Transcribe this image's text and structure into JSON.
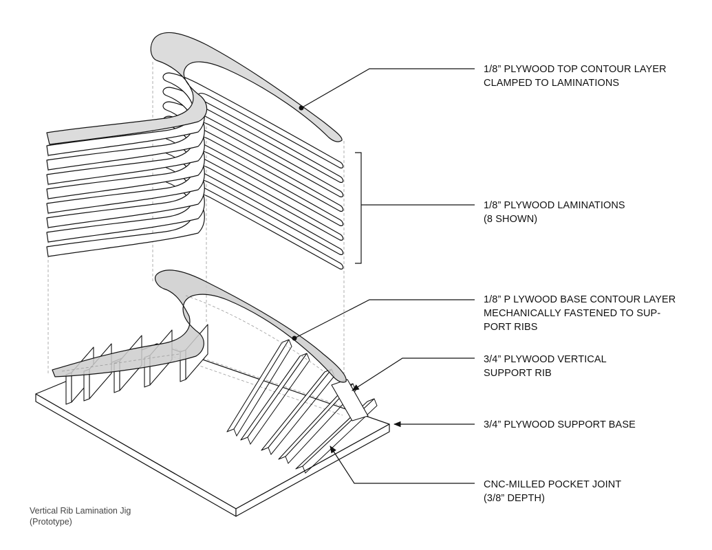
{
  "callouts": {
    "top_contour": [
      "1/8” PLYWOOD TOP CONTOUR LAYER",
      "CLAMPED TO LAMINATIONS"
    ],
    "laminations": [
      "1/8” PLYWOOD LAMINATIONS",
      "(8 SHOWN)"
    ],
    "base_contour": [
      "1/8” P LYWOOD BASE CONTOUR LAYER",
      "MECHANICALLY FASTENED TO SUP-",
      "PORT RIBS"
    ],
    "vertical_rib": [
      "3/4” PLYWOOD VERTICAL",
      "SUPPORT RIB"
    ],
    "support_base": [
      "3/4” PLYWOOD SUPPORT BASE"
    ],
    "pocket_joint": [
      "CNC-MILLED POCKET JOINT",
      "(3/8” DEPTH)"
    ]
  },
  "caption": [
    "Vertical Rib Lamination Jig",
    "(Prototype)"
  ],
  "lamination_count": 8,
  "colors": {
    "line": "#111111",
    "contour_fill": "#dcdcdc",
    "hidden_line": "#9a9a9a",
    "background": "#ffffff"
  }
}
